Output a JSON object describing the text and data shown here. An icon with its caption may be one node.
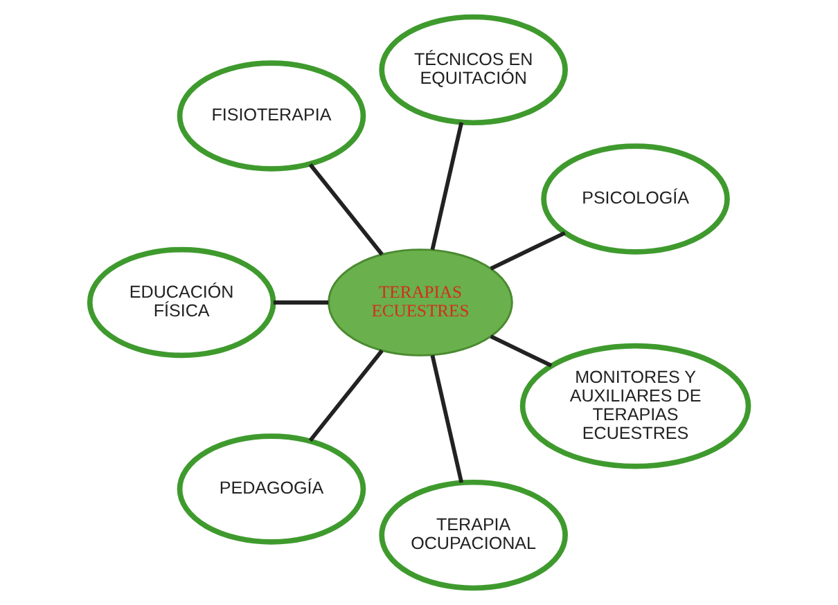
{
  "diagram": {
    "nodes": [
      {
        "text": [
          "TERAPIAS ECUESTRES"
        ]
      },
      {
        "text": [
          "PSICOLOGÍA"
        ]
      },
      {
        "text": [
          "TÉCNICOS EN EQUITACIÓN"
        ]
      },
      {
        "text": [
          "FISIOTERAPIA"
        ]
      },
      {
        "text": [
          "EDUCACIÓN FÍSICA"
        ]
      },
      {
        "text": [
          "PEDAGOGÍA"
        ]
      },
      {
        "text": [
          "TERAPIA OCUPACIONAL"
        ]
      },
      {
        "text": [
          "MONITORES Y AUXILIARES DE TERAPIAS ECUESTRES"
        ]
      }
    ],
    "edges": [
      {
        "from": 0,
        "to": 1,
        "arrow": "none"
      },
      {
        "from": 0,
        "to": 2,
        "arrow": "none"
      },
      {
        "from": 0,
        "to": 3,
        "arrow": "none"
      },
      {
        "from": 0,
        "to": 4,
        "arrow": "none"
      },
      {
        "from": 0,
        "to": 5,
        "arrow": "none"
      },
      {
        "from": 0,
        "to": 6,
        "arrow": "none"
      },
      {
        "from": 0,
        "to": 7,
        "arrow": "none"
      }
    ]
  }
}
